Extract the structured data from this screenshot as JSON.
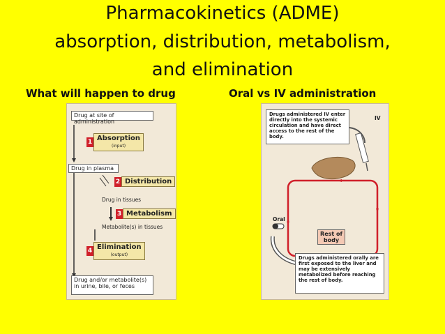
{
  "title": {
    "line1": "Pharmacokinetics (ADME)",
    "line2": "absorption, distribution, metabolism,",
    "line3": "and elimination"
  },
  "subtitles": {
    "left": "What will happen to drug",
    "right": "Oral vs IV administration"
  },
  "left_diagram": {
    "site": "Drug at site of administration",
    "plasma": "Drug in plasma",
    "tissues": "Drug in tissues",
    "metabolites": "Metabolite(s) in tissues",
    "output": "Drug and/or metabolite(s) in urine, bile, or feces",
    "steps": [
      {
        "num": "1",
        "label": "Absorption",
        "sub": "(input)"
      },
      {
        "num": "2",
        "label": "Distribution",
        "sub": ""
      },
      {
        "num": "3",
        "label": "Metabolism",
        "sub": ""
      },
      {
        "num": "4",
        "label": "Elimination",
        "sub": "(output)"
      }
    ]
  },
  "right_diagram": {
    "iv_note": "Drugs administered IV enter directly into the systemic circulation and have direct access to the rest of the body.",
    "iv_label": "IV",
    "oral_label": "Oral",
    "rest_of_body": "Rest of body",
    "oral_note": "Drugs administered orally are first exposed to the liver and may be extensively metabolized before reaching the rest of body."
  }
}
